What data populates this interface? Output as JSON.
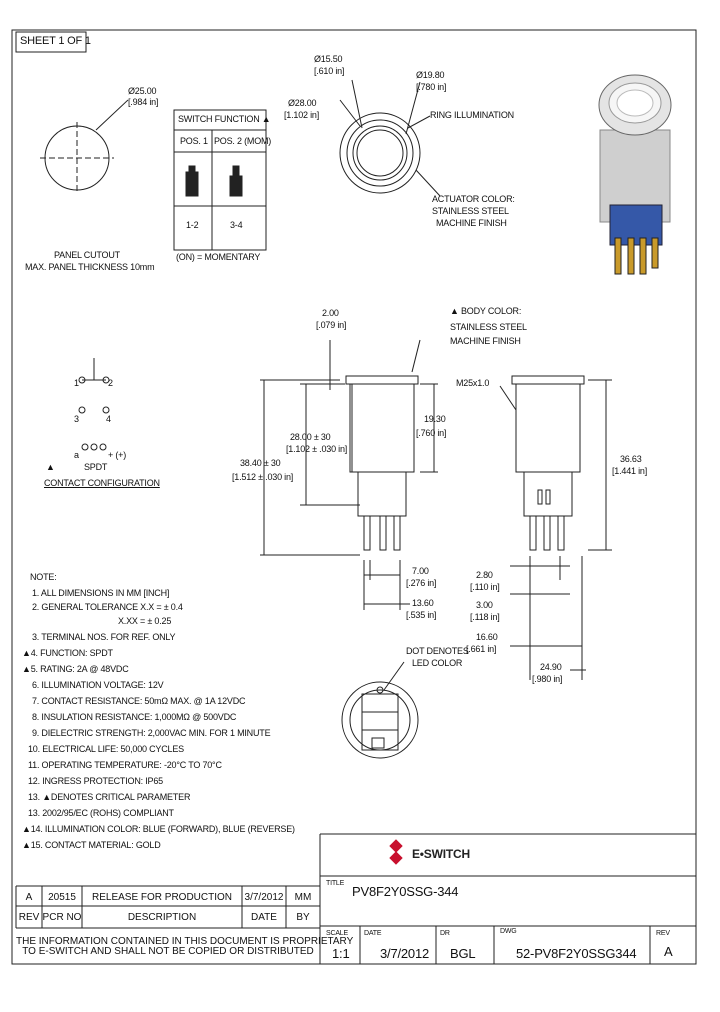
{
  "sheet_label": "SHEET 1 OF 1",
  "panel_cutout": {
    "dia_mm": "Ø25.00",
    "dia_in": "[.984 in]",
    "caption1": "PANEL CUTOUT",
    "caption2": "MAX. PANEL THICKNESS 10mm"
  },
  "switch_function": {
    "title": "SWITCH FUNCTION ▲",
    "col1": "POS. 1",
    "col2": "POS. 2 (MOM)",
    "row1": "1-2",
    "row2": "3-4",
    "footnote": "(ON) = MOMENTARY"
  },
  "top_view": {
    "d1_mm": "Ø15.50",
    "d1_in": "[.610 in]",
    "d2_mm": "Ø19.80",
    "d2_in": "[.780 in]",
    "d3_mm": "Ø28.00",
    "d3_in": "[1.102 in]",
    "ring_label": "RING ILLUMINATION",
    "actuator1": "ACTUATOR COLOR:",
    "actuator2": "STAINLESS STEEL",
    "actuator3": "MACHINE FINISH"
  },
  "contact_config": {
    "p1": "1",
    "p2": "2",
    "p3": "3",
    "p4": "4",
    "pa": "a",
    "pplus": "+ (+)",
    "spdt": "SPDT",
    "label": "CONTACT CONFIGURATION",
    "mark": "▲"
  },
  "side_view": {
    "top_mm": "2.00",
    "top_in": "[.079 in]",
    "body1": "▲ BODY COLOR:",
    "body2": "STAINLESS STEEL",
    "body3": "MACHINE FINISH",
    "h1_mm": "28.00 ± 30",
    "h1_in": "[1.102 ± .030 in]",
    "h2_mm": "38.40 ± 30",
    "h2_in": "[1.512 ± .030 in]",
    "h3_mm": "19.30",
    "h3_in": "[.760 in]",
    "w1_mm": "7.00",
    "w1_in": "[.276 in]",
    "w2_mm": "13.60",
    "w2_in": "[.535 in]"
  },
  "right_view": {
    "thread": "M25x1.0",
    "h_mm": "36.63",
    "h_in": "[1.441 in]",
    "a_mm": "2.80",
    "a_in": "[.110 in]",
    "b_mm": "3.00",
    "b_in": "[.118 in]",
    "c_mm": "16.60",
    "c_in": "[.661 in]",
    "d_mm": "24.90",
    "d_in": "[.980 in]"
  },
  "bottom_view": {
    "dot1": "DOT DENOTES",
    "dot2": "LED COLOR"
  },
  "notes": {
    "title": "NOTE:",
    "items": [
      "1. ALL DIMENSIONS IN MM [INCH]",
      "2. GENERAL TOLERANCE X.X = ± 0.4",
      "X.XX = ± 0.25",
      "3. TERMINAL NOS. FOR REF. ONLY",
      "▲4. FUNCTION: SPDT",
      "▲5. RATING: 2A @ 48VDC",
      "6. ILLUMINATION VOLTAGE: 12V",
      "7. CONTACT RESISTANCE: 50mΩ MAX. @ 1A 12VDC",
      "8. INSULATION RESISTANCE: 1,000MΩ @ 500VDC",
      "9. DIELECTRIC STRENGTH: 2,000VAC MIN. FOR 1 MINUTE",
      "10. ELECTRICAL LIFE: 50,000 CYCLES",
      "11. OPERATING TEMPERATURE: -20°C TO 70°C",
      "12. INGRESS PROTECTION: IP65",
      "13. ▲DENOTES CRITICAL PARAMETER",
      "13. 2002/95/EC (ROHS) COMPLIANT",
      "▲14. ILLUMINATION COLOR: BLUE (FORWARD), BLUE (REVERSE)",
      "▲15. CONTACT MATERIAL: GOLD"
    ]
  },
  "title_block": {
    "company": "E•SWITCH",
    "title_label": "TITLE",
    "title": "PV8F2Y0SSG-344",
    "rev_row": {
      "rev": "A",
      "pcr": "20515",
      "desc": "RELEASE FOR PRODUCTION",
      "date": "3/7/2012",
      "by": "MM"
    },
    "headers": {
      "rev": "REV",
      "pcr": "PCR NO",
      "desc": "DESCRIPTION",
      "date": "DATE",
      "by": "BY"
    },
    "disclaimer1": "THE INFORMATION CONTAINED IN THIS DOCUMENT IS PROPRIETARY",
    "disclaimer2": "TO E-SWITCH AND SHALL NOT BE COPIED OR DISTRIBUTED",
    "scale_label": "SCALE",
    "scale": "1:1",
    "date_label": "DATE",
    "date": "3/7/2012",
    "dr_label": "DR",
    "dr": "BGL",
    "dwg_label": "DWG",
    "dwg": "52-PV8F2Y0SSG344",
    "rev_label": "REV",
    "rev": "A"
  },
  "colors": {
    "line": "#222222",
    "brand_red": "#c8102e"
  }
}
